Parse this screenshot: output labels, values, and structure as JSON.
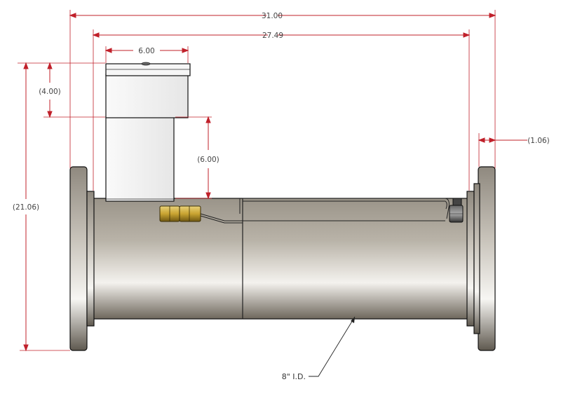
{
  "dimensions": {
    "overall_length": "31.00",
    "flange_face_length": "27.49",
    "head_width": "6.00",
    "head_height": "(4.00)",
    "body_height": "(6.00)",
    "flange_thickness": "(1.06)",
    "overall_height": "(21.06)"
  },
  "callouts": {
    "pipe_id": "8\" I.D."
  },
  "colors": {
    "dimension": "#c0202a",
    "outline": "#111111",
    "pipe_mid": "#8a847b",
    "brass": "#c9a431"
  }
}
